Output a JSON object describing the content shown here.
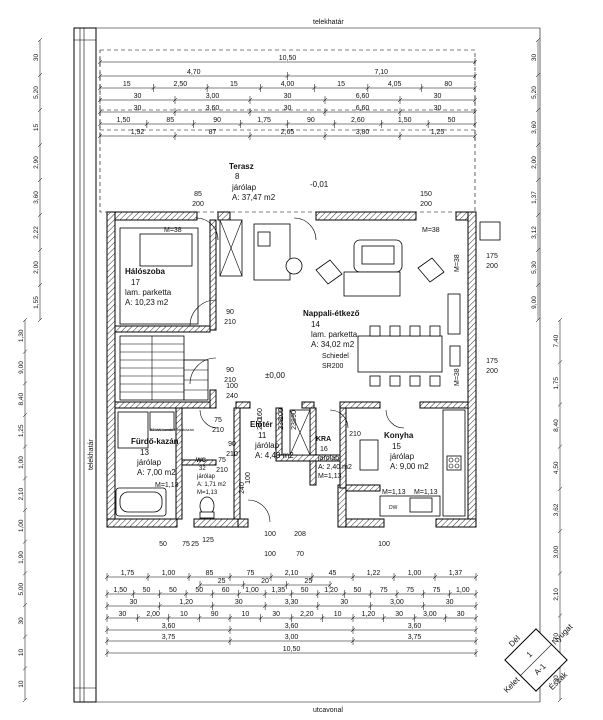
{
  "site": {
    "top_label": "telekhatár",
    "bottom_label": "utcavonal",
    "side_label": "telekhatár"
  },
  "rooms": [
    {
      "name": "Terasz",
      "number": "8",
      "floor": "járólap",
      "area": "A: 37,47 m2"
    },
    {
      "name": "Hálószoba",
      "number": "17",
      "floor": "lam. parketta",
      "area": "A: 10,23 m2"
    },
    {
      "name": "Nappali-étkező",
      "number": "14",
      "floor": "lam. parketta",
      "area": "A: 34,02 m2"
    },
    {
      "name": "Fürdő-kazán",
      "number": "13",
      "floor": "járólap",
      "area": "A: 7,00 m2"
    },
    {
      "name": "Előtér",
      "number": "11",
      "floor": "járólap",
      "area": "A: 4,43 m2"
    },
    {
      "name": "KRA",
      "number": "16",
      "floor": "járólap",
      "area": "A: 2,40 m2"
    },
    {
      "name": "Konyha",
      "number": "15",
      "floor": "járólap",
      "area": "A: 9,00 m2"
    },
    {
      "name": "WC",
      "number": "32",
      "floor": "járólap",
      "area": "A: 1,71 m2"
    }
  ],
  "labels": {
    "level_terasz": "-0,01",
    "level_floor": "±0,00",
    "chimney_name": "Schiedel",
    "chimney_type": "SR200",
    "boiler": "23 kW kombi turbókazán",
    "m38_a": "M=38",
    "m38_b": "M=38",
    "m38_c": "M=38",
    "m38_d": "M=38",
    "m113_a": "M=1,13",
    "m113_b": "M=1,13",
    "m113_c": "M=1,13",
    "m113_d": "M=1,13",
    "m113_e": "M=1,13",
    "dw": "DW"
  },
  "compass": {
    "north": "Észak",
    "south": "Dél",
    "east": "Kelet",
    "west": "Nyugat",
    "section": "A-1",
    "number": "1"
  },
  "dims_top": {
    "row1": [
      "10,50"
    ],
    "row2": [
      "4,70",
      "7,10"
    ],
    "row3": [
      "15",
      "2,50",
      "15",
      "4,00",
      "15",
      "4,05",
      "80"
    ],
    "row4": [
      "30",
      "3,00",
      "30",
      "6,60",
      "30"
    ],
    "row5": [
      "30",
      "3,60",
      "30",
      "6,60",
      "30"
    ],
    "row6": [
      "1,50",
      "85",
      "90",
      "1,75",
      "90",
      "2,60",
      "1,50",
      "50"
    ],
    "row7": [
      "1,92",
      "87",
      "2,65",
      "3,80",
      "1,25"
    ]
  },
  "dims_bottom": {
    "row1": [
      "1,75",
      "1,00",
      "85",
      "75",
      "2,10",
      "45",
      "1,22",
      "1,00",
      "1,37"
    ],
    "row1b": [
      "25",
      "20",
      "25"
    ],
    "row2": [
      "1,50",
      "50",
      "50",
      "50",
      "60",
      "1,00",
      "1,35",
      "50",
      "1,20",
      "50",
      "75",
      "75",
      "75",
      "1,00"
    ],
    "row3": [
      "30",
      "1,20",
      "30",
      "3,30",
      "30",
      "3,00",
      "30"
    ],
    "row4": [
      "30",
      "2,00",
      "10",
      "90",
      "10",
      "30",
      "2,20",
      "10",
      "1,20",
      "30",
      "3,00",
      "30"
    ],
    "row5": [
      "3,60",
      "3,60",
      "3,60"
    ],
    "row6": [
      "3,75",
      "3,00",
      "3,75"
    ],
    "row7": [
      "10,50"
    ]
  },
  "dims_left": [
    "30",
    "5,20",
    "15",
    "2,90",
    "3,60",
    "2,22",
    "2,00",
    "1,55",
    "1,30",
    "9,00",
    "8,40",
    "1,25",
    "1,00",
    "2,10",
    "1,00",
    "1,90",
    "5,00",
    "30",
    "10",
    "10"
  ],
  "dims_right": [
    "30",
    "5,20",
    "3,60",
    "2,00",
    "1,37",
    "3,12",
    "5,30",
    "9,00",
    "7,40",
    "1,75",
    "8,40",
    "4,50",
    "3,62",
    "3,00",
    "2,10",
    "70",
    "30"
  ],
  "openings": [
    "90",
    "210",
    "90",
    "210",
    "100",
    "240",
    "75",
    "210",
    "90",
    "210",
    "75",
    "210",
    "100",
    "238",
    "90",
    "238",
    "85",
    "200",
    "150",
    "200",
    "175",
    "200",
    "175",
    "200",
    "210",
    "160",
    "240",
    "100",
    "240",
    "125",
    "50",
    "75",
    "25",
    "100",
    "208",
    "100",
    "70",
    "100"
  ]
}
